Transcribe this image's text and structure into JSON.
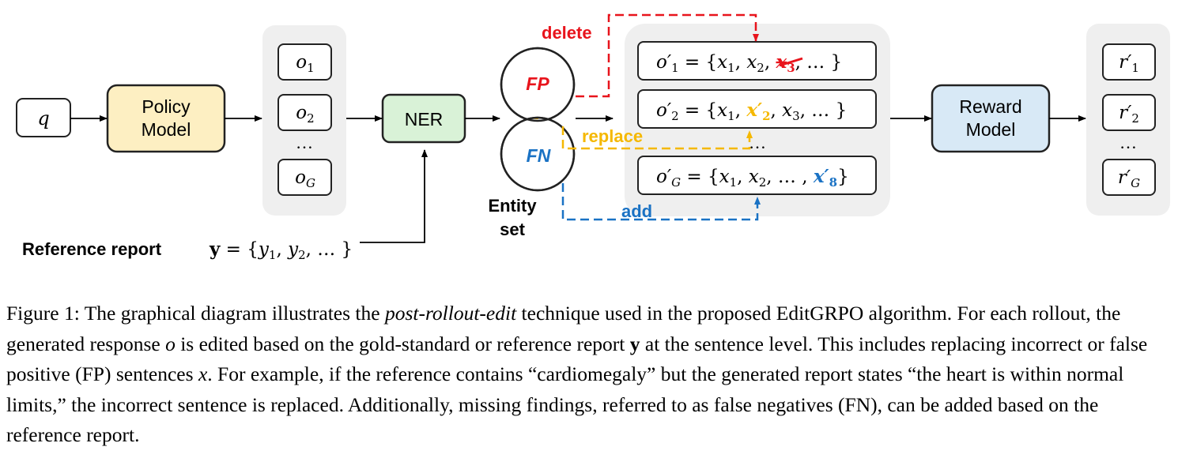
{
  "nodes": {
    "query": "q",
    "policy_model": [
      "Policy",
      "Model"
    ],
    "ner": "NER",
    "reward_model": [
      "Reward",
      "Model"
    ],
    "fp_label": "FP",
    "fn_label": "FN",
    "entity_set": [
      "Entity",
      "set"
    ],
    "reference_label": "Reference report",
    "reference_formula": "y = {y₁, y₂, … }"
  },
  "outputs": [
    "o₁",
    "o₂",
    "…",
    "o_G"
  ],
  "rewards": [
    "r′₁",
    "r′₂",
    "…",
    "r′_G"
  ],
  "edited": {
    "o1": {
      "lhs": "o′₁",
      "pre": " = {x₁, x₂, ",
      "edit": "x₃",
      "post": ", … }"
    },
    "o2": {
      "lhs": "o′₂",
      "pre": " = {x₁, ",
      "edit": "x′₂",
      "post": ", x₃, … }"
    },
    "dots": "…",
    "oG": {
      "lhs": "o′_G",
      "pre": " = {x₁, x₂, … , ",
      "edit": "x′₈",
      "post": "}"
    }
  },
  "edits": {
    "delete": "delete",
    "replace": "replace",
    "add": "add"
  },
  "colors": {
    "delete": "#e8141c",
    "replace": "#f5b800",
    "add": "#1a72c4",
    "policy_fill": "#fdefc2",
    "ner_fill": "#d9f2d7",
    "reward_fill": "#d8e9f6",
    "panel": "#efefef"
  },
  "caption": {
    "figure": "Figure 1:",
    "p1": " The graphical diagram illustrates the ",
    "term": "post-rollout-edit",
    "p2": " technique used in the proposed EditGRPO algorithm. For each rollout, the generated response ",
    "o": "o",
    "p3": " is edited based on the gold-standard or reference report ",
    "y": "y",
    "p4": " at the sentence level. This includes replacing incorrect or false positive (FP) sentences ",
    "x": "x",
    "p5": ". For example, if the reference contains “cardiomegaly” but the generated report states “the heart is within normal limits,” the incorrect sentence is replaced. Additionally, missing findings, referred to as false negatives (FN), can be added based on the reference report."
  }
}
